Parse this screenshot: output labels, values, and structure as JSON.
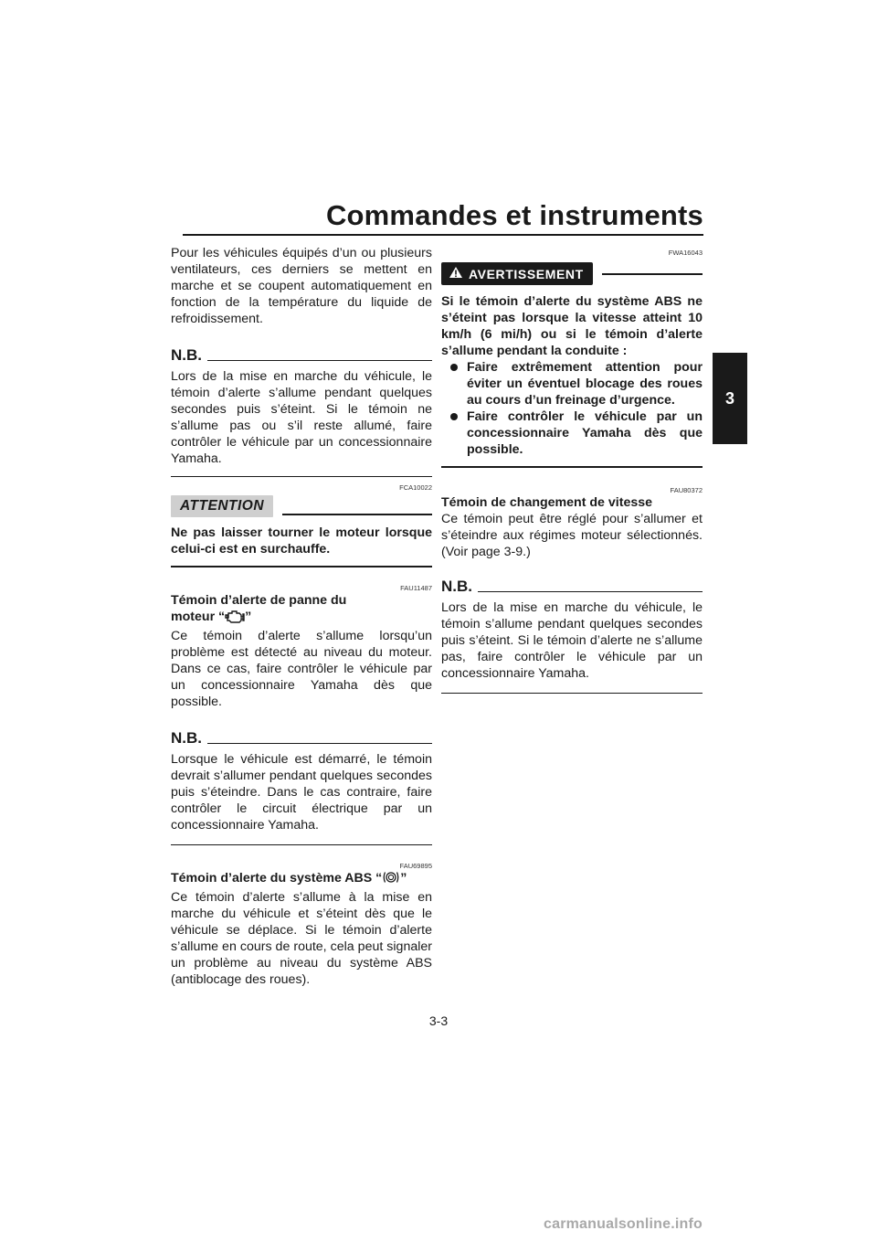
{
  "header": {
    "title": "Commandes et instruments",
    "chapter": "3"
  },
  "left": {
    "intro": "Pour les véhicules équipés d’un ou plusieurs ventilateurs, ces derniers se mettent en marche et se coupent automatiquement en fonction de la température du liquide de refroidissement.",
    "nb1_label": "N.B.",
    "nb1_text": "Lors de la mise en marche du véhicule, le témoin d’alerte s’allume pendant quelques secondes puis s’éteint. Si le témoin ne s’allume pas ou s’il reste allumé, faire contrôler le véhicule par un concessionnaire Yamaha.",
    "att_code": "FCA10022",
    "att_label": "ATTENTION",
    "att_text": "Ne pas laisser tourner le moteur lorsque celui-ci est en surchauffe.",
    "engine_code": "FAU11487",
    "engine_heading_1": "Témoin d’alerte de panne du",
    "engine_heading_2_pre": "moteur “",
    "engine_heading_2_post": "”",
    "engine_text": "Ce témoin d’alerte s’allume lorsqu’un problème est détecté au niveau du moteur. Dans ce cas, faire contrôler le véhicule par un concessionnaire Yamaha dès que possible.",
    "nb2_label": "N.B.",
    "nb2_text": "Lorsque le véhicule est démarré, le témoin devrait s’allumer pendant quelques secondes puis s’éteindre. Dans le cas contraire, faire contrôler le circuit électrique par un concessionnaire Yamaha.",
    "abs_code": "FAU69895",
    "abs_heading_pre": "Témoin d’alerte du système ABS “",
    "abs_heading_post": "”",
    "abs_text": "Ce témoin d’alerte s’allume à la mise en marche du véhicule et s’éteint dès que le véhicule se déplace. Si le témoin d’alerte s’allume en cours de route, cela peut signaler un problème au niveau du système ABS (antiblocage des roues)."
  },
  "right": {
    "warn_code": "FWA16043",
    "warn_label": "AVERTISSEMENT",
    "warn_text": "Si le témoin d’alerte du système ABS ne s’éteint pas lorsque la vitesse atteint 10 km/h (6 mi/h) ou si le témoin d’alerte s’allume pendant la conduite :",
    "warn_bullets": [
      "Faire extrêmement attention pour éviter un éventuel blocage des roues au cours d’un freinage d’urgence.",
      "Faire contrôler le véhicule par un concessionnaire Yamaha dès que possible."
    ],
    "shift_code": "FAU80372",
    "shift_heading": "Témoin de changement de vitesse",
    "shift_text": "Ce témoin peut être réglé pour s’allumer et s’éteindre aux régimes moteur sélectionnés. (Voir page 3-9.)",
    "nb3_label": "N.B.",
    "nb3_text": "Lors de la mise en marche du véhicule, le témoin s’allume pendant quelques secondes puis s’éteint. Si le témoin d’alerte ne s’allume pas, faire contrôler le véhicule par un concessionnaire Yamaha."
  },
  "footer": {
    "page_number": "3-3",
    "watermark": "carmanualsonline.info"
  },
  "icons": [
    "engine-warning-icon",
    "abs-warning-icon",
    "warning-triangle-icon",
    "bullet-icon"
  ]
}
